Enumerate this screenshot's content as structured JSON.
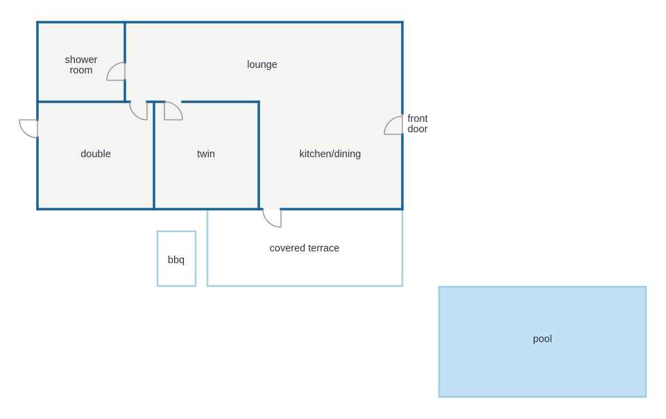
{
  "rooms": {
    "shower_room": {
      "label_line1": "shower",
      "label_line2": "room"
    },
    "lounge": {
      "label": "lounge"
    },
    "double": {
      "label": "double"
    },
    "twin": {
      "label": "twin"
    },
    "kitchen_dining": {
      "label": "kitchen/dining"
    },
    "covered_terrace": {
      "label": "covered terrace"
    },
    "bbq": {
      "label": "bbq"
    },
    "pool": {
      "label": "pool"
    }
  },
  "front_door": {
    "label_line1": "front",
    "label_line2": "door"
  },
  "colors": {
    "wall": "#1a6195",
    "floor": "#f4f4f3",
    "outdoor_outline": "#a8cfe4",
    "pool_fill": "#c3e1f5",
    "pool_outline": "#9ccbe6",
    "door": "#8a8a8a",
    "text": "#2e3340"
  }
}
